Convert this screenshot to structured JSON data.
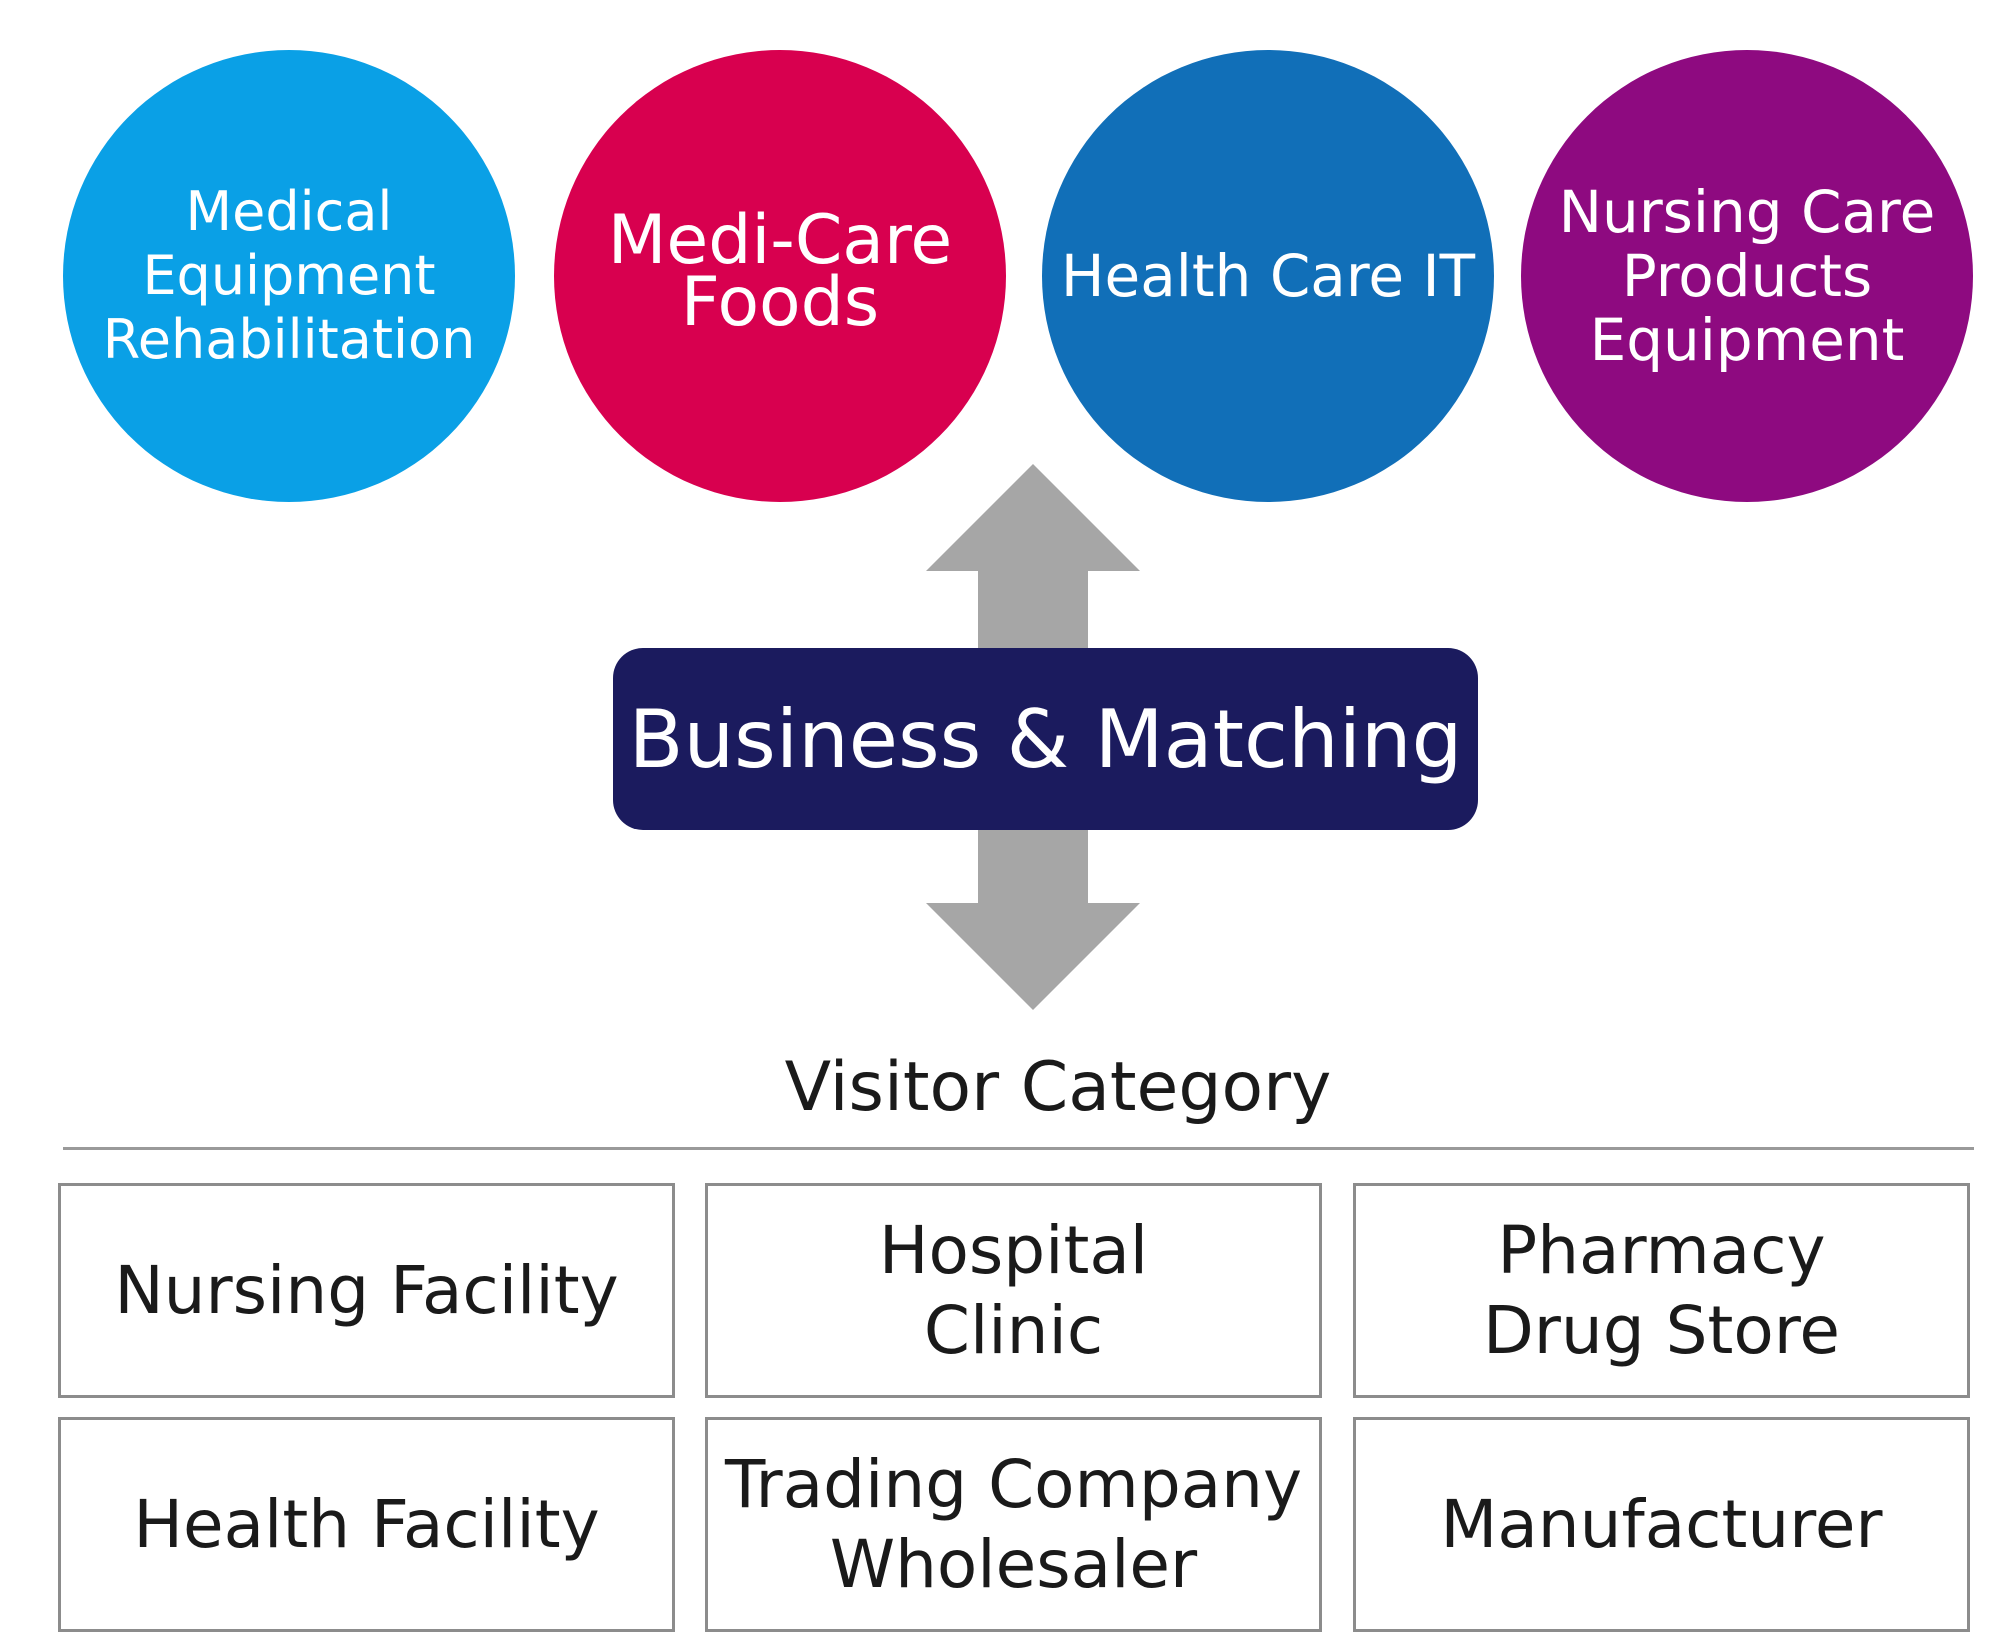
{
  "colors": {
    "circle_1": "#0aa0e6",
    "circle_2": "#d8004f",
    "circle_3": "#116fb8",
    "circle_4": "#8e0a80",
    "center_box": "#1b1b5e",
    "arrow": "#a6a6a6",
    "cell_border": "#8c8c8c"
  },
  "categories": [
    {
      "lines": [
        "Medical",
        "Equipment",
        "Rehabilitation"
      ]
    },
    {
      "lines": [
        "Medi-Care",
        "Foods"
      ]
    },
    {
      "lines": [
        "Health Care IT"
      ]
    },
    {
      "lines": [
        "Nursing Care",
        "Products",
        "Equipment"
      ]
    }
  ],
  "center": {
    "label": "Business & Matching"
  },
  "visitor": {
    "title": "Visitor Category",
    "cells": [
      {
        "lines": [
          "Nursing Facility"
        ]
      },
      {
        "lines": [
          "Hospital",
          "Clinic"
        ]
      },
      {
        "lines": [
          "Pharmacy",
          "Drug Store"
        ]
      },
      {
        "lines": [
          "Health Facility"
        ]
      },
      {
        "lines": [
          "Trading Company",
          "Wholesaler"
        ]
      },
      {
        "lines": [
          "Manufacturer"
        ]
      }
    ]
  }
}
